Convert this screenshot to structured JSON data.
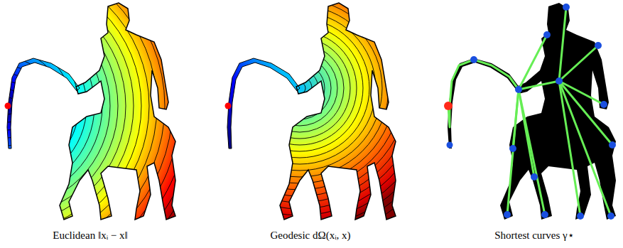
{
  "diagram": {
    "labels": [
      "Euclidean ‖xᵢ − x‖",
      "Geodesic dΩ(xᵢ, x)",
      "Shortest curves γ⋆"
    ]
  }
}
